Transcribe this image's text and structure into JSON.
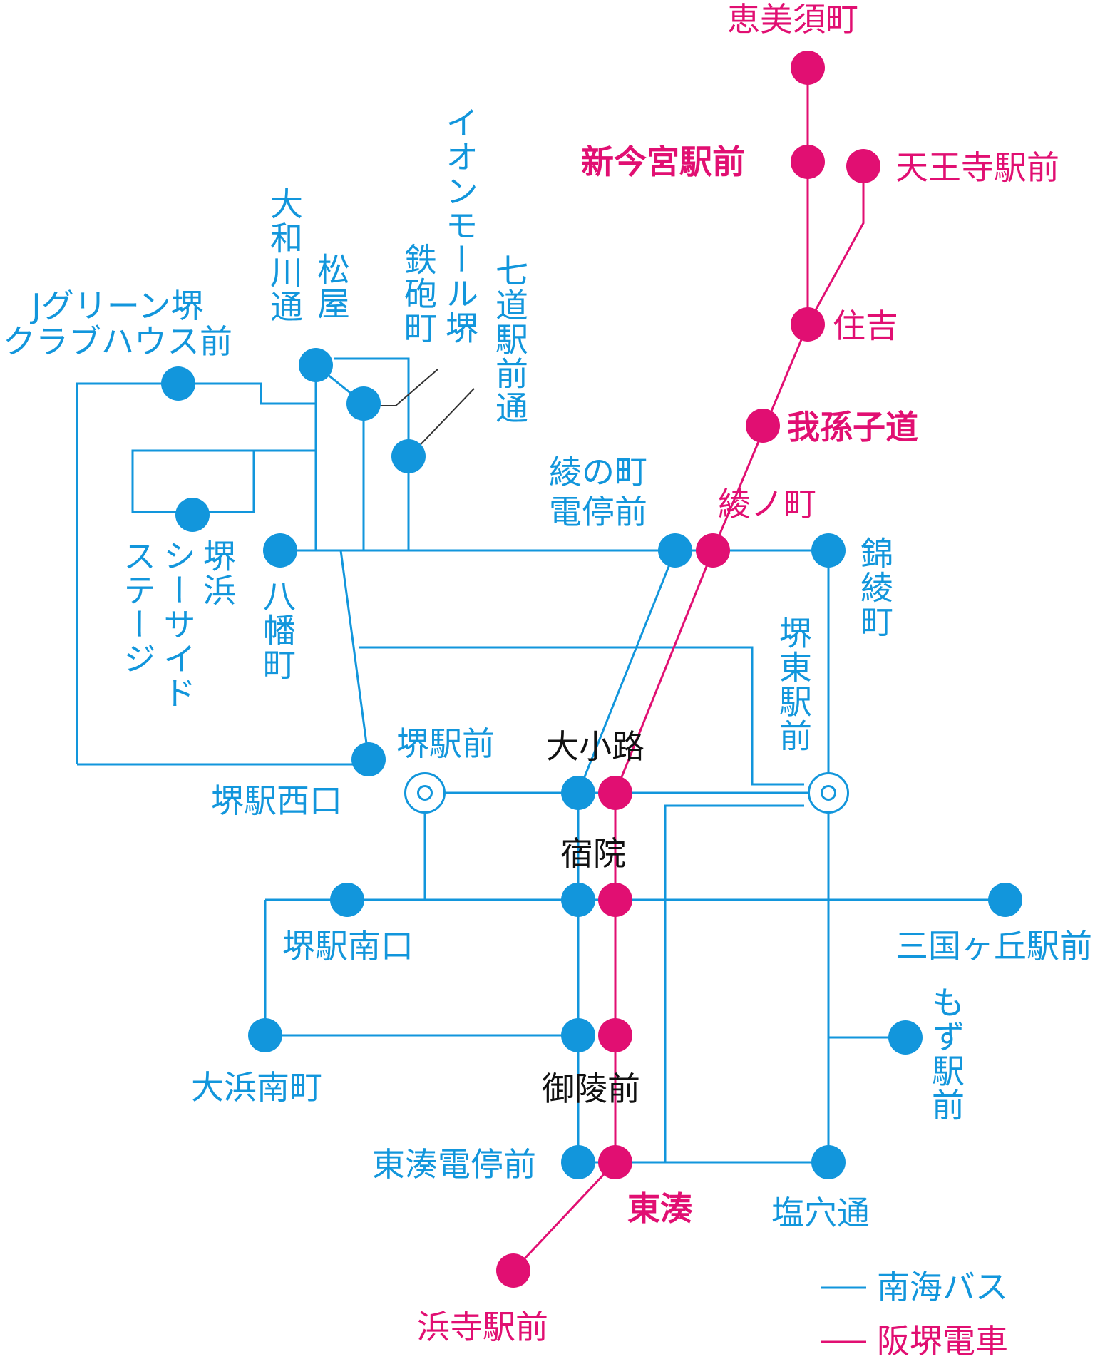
{
  "colors": {
    "bus": "#1296dc",
    "tram": "#e10f72",
    "text_dark": "#111111"
  },
  "legend": {
    "bus": "南海バス",
    "tram": "阪堺電車"
  },
  "stations": {
    "ebisucho": "恵美須町",
    "shin_imamiya": "新今宮駅前",
    "tennoji": "天王寺駅前",
    "sumiyoshi": "住吉",
    "abikomichi": "我孫子道",
    "ayanocho_tram": "綾ノ町",
    "ayanocho_den": "綾の町\n電停前",
    "nishikiaya": "錦綾町",
    "sakai_higashi": "堺東駅前",
    "jgreen": "Jグリーン堺\nクラブハウス前",
    "yamatogawa": "大和川通",
    "matsuya": "松屋",
    "teppocho": "イオンモール堺\n鉄砲町",
    "shichido": "七道駅前通",
    "seaside": "堺浜\nシーサイドステージ",
    "yawata": "八幡町",
    "sakai_ekimae": "堺駅前",
    "sakai_nishi": "堺駅西口",
    "oshoji": "大小路",
    "shukuin": "宿院",
    "sakai_minami": "堺駅南口",
    "mikunigaoka": "三国ヶ丘駅前",
    "mozu": "もず駅前",
    "ohama_minami": "大浜南町",
    "goryomae": "御陵前",
    "higashiminato_den": "東湊電停前",
    "higashiminato": "東湊",
    "shioana": "塩穴通",
    "hamadera": "浜寺駅前"
  }
}
